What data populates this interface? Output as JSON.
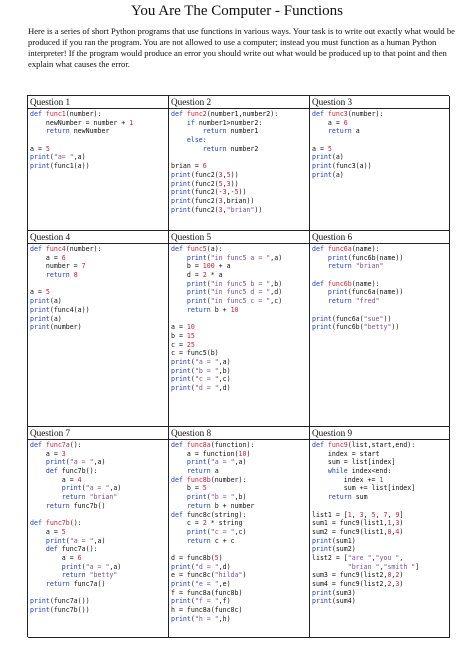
{
  "title": "You Are The Computer - Functions",
  "intro": "Here is a series of short Python programs that use functions in various ways. Your task is to write out exactly what would be produced if you ran the program. You are not allowed to use a computer; instead you must function as a human Python interpreter! If the program would produce an error you should write out what would be produced up to that point and then explain what causes the error.",
  "questions": [
    {
      "label": "Question 1",
      "code": [
        "def func1(number):",
        "    newNumber = number + 1",
        "    return newNumber",
        "",
        "a = 5",
        "print(\"a= \",a)",
        "print(func1(a))"
      ]
    },
    {
      "label": "Question 2",
      "code": [
        "def func2(number1,number2):",
        "    if number1>number2:",
        "        return number1",
        "    else:",
        "        return number2",
        "",
        "brian = 6",
        "print(func2(3,5))",
        "print(func2(5,3))",
        "print(func2(-3,-5))",
        "print(func2(3,brian))",
        "print(func2(3,\"brian\"))"
      ]
    },
    {
      "label": "Question 3",
      "code": [
        "def func3(number):",
        "    a = 6",
        "    return a",
        "",
        "a = 5",
        "print(a)",
        "print(func3(a))",
        "print(a)"
      ]
    },
    {
      "label": "Question 4",
      "code": [
        "def func4(number):",
        "    a = 6",
        "    number = 7",
        "    return 8",
        "",
        "a = 5",
        "print(a)",
        "print(func4(a))",
        "print(a)",
        "print(number)"
      ]
    },
    {
      "label": "Question 5",
      "code": [
        "def func5(a):",
        "    print(\"in func5 a = \",a)",
        "    b = 100 + a",
        "    d = 2 * a",
        "    print(\"in func5 b = \",b)",
        "    print(\"in func5 d = \",d)",
        "    print(\"in func5 c = \",c)",
        "    return b + 10",
        "",
        "a = 10",
        "b = 15",
        "c = 25",
        "c = func5(b)",
        "print(\"a = \",a)",
        "print(\"b = \",b)",
        "print(\"c = \",c)",
        "print(\"d = \",d)"
      ]
    },
    {
      "label": "Question 6",
      "code": [
        "def func6a(name):",
        "    print(func6b(name))",
        "    return \"brian\"",
        "",
        "def func6b(name):",
        "    print(func6a(name))",
        "    return \"fred\"",
        "",
        "print(func6a(\"sue\"))",
        "print(func6b(\"betty\"))"
      ]
    },
    {
      "label": "Question 7",
      "code": [
        "def func7a():",
        "    a = 3",
        "    print(\"a = \",a)",
        "    def func7b():",
        "        a = 4",
        "        print(\"a = \",a)",
        "        return \"brian\"",
        "    return func7b()",
        "",
        "def func7b():",
        "    a = 5",
        "    print(\"a = \",a)",
        "    def func7a():",
        "        a = 6",
        "        print(\"a = \",a)",
        "        return \"betty\"",
        "    return func7a()",
        "",
        "print(func7a())",
        "print(func7b())"
      ]
    },
    {
      "label": "Question 8",
      "code": [
        "def func8a(function):",
        "    a = function(10)",
        "    print(\"a = \",a)",
        "    return a",
        "def func8b(number):",
        "    b = 5",
        "    print(\"b = \",b)",
        "    return b + number",
        "def func8c(string):",
        "    c = 2 * string",
        "    print(\"c = \",c)",
        "    return c + c",
        "",
        "d = func8b(5)",
        "print(\"d = \",d)",
        "e = func8c(\"hilda\")",
        "print(\"e = \",e)",
        "f = func8a(func8b)",
        "print(\"f = \",f)",
        "h = func8a(func8c)",
        "print(\"h = \",h)"
      ]
    },
    {
      "label": "Question 9",
      "code": [
        "def func9(list,start,end):",
        "    index = start",
        "    sum = list[index]",
        "    while index<end:",
        "        index += 1",
        "        sum += list[index]",
        "    return sum",
        "",
        "list1 = [1, 3, 5, 7, 9]",
        "sum1 = func9(list1,1,3)",
        "sum2 = func9(list1,0,4)",
        "print(sum1)",
        "print(sum2)",
        "list2 = [\"are \",\"you \",",
        "         \"brian \",\"smith \"]",
        "sum3 = func9(list2,0,2)",
        "sum4 = func9(list2,2,3)",
        "print(sum3)",
        "print(sum4)"
      ]
    }
  ]
}
